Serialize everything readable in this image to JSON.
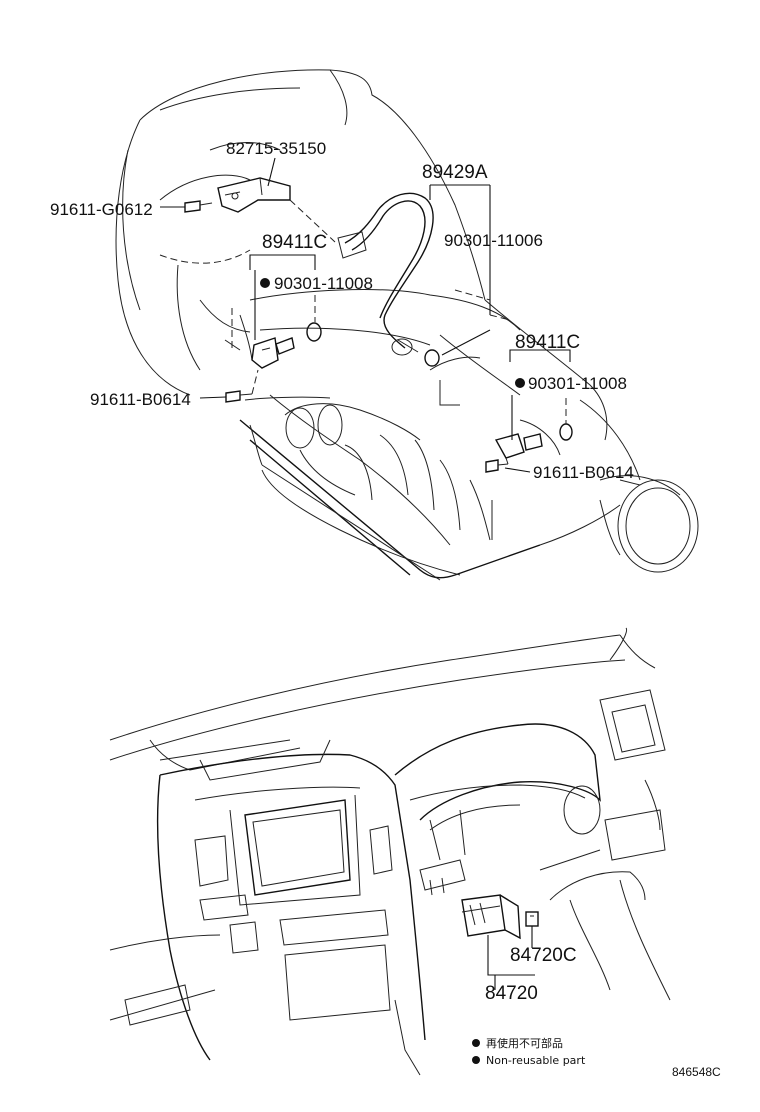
{
  "labels": {
    "p82715": "82715-35150",
    "p89429a": "89429A",
    "p90301_11006": "90301-11006",
    "p91611_g0612": "91611-G0612",
    "p89411c_left": "89411C",
    "p90301_11008_left": "90301-11008",
    "p91611_b0614_left": "91611-B0614",
    "p89411c_right": "89411C",
    "p90301_11008_right": "90301-11008",
    "p91611_b0614_right": "91611-B0614",
    "p84720c": "84720C",
    "p84720": "84720"
  },
  "legend": {
    "jp": "再使用不可部品",
    "en": "Non-reusable part"
  },
  "diagram_code": "846548C"
}
